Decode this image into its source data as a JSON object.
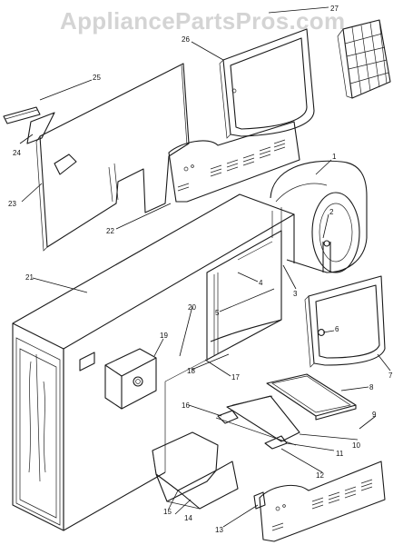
{
  "watermark": "AppliancePartsPros.com",
  "callouts": [
    {
      "id": "c1",
      "label": "1"
    },
    {
      "id": "c2",
      "label": "2"
    },
    {
      "id": "c3",
      "label": "3"
    },
    {
      "id": "c4",
      "label": "4"
    },
    {
      "id": "c5",
      "label": "5"
    },
    {
      "id": "c6",
      "label": "6"
    },
    {
      "id": "c7",
      "label": "7"
    },
    {
      "id": "c8",
      "label": "8"
    },
    {
      "id": "c9",
      "label": "9"
    },
    {
      "id": "c10",
      "label": "10"
    },
    {
      "id": "c11",
      "label": "11"
    },
    {
      "id": "c12",
      "label": "12"
    },
    {
      "id": "c13",
      "label": "13"
    },
    {
      "id": "c14",
      "label": "14"
    },
    {
      "id": "c15",
      "label": "15"
    },
    {
      "id": "c16",
      "label": "16"
    },
    {
      "id": "c17",
      "label": "17"
    },
    {
      "id": "c18",
      "label": "18"
    },
    {
      "id": "c19",
      "label": "19"
    },
    {
      "id": "c20",
      "label": "20"
    },
    {
      "id": "c21",
      "label": "21"
    },
    {
      "id": "c22",
      "label": "22"
    },
    {
      "id": "c23",
      "label": "23"
    },
    {
      "id": "c24",
      "label": "24"
    },
    {
      "id": "c25",
      "label": "25"
    },
    {
      "id": "c26",
      "label": "26"
    },
    {
      "id": "c27",
      "label": "27"
    }
  ]
}
